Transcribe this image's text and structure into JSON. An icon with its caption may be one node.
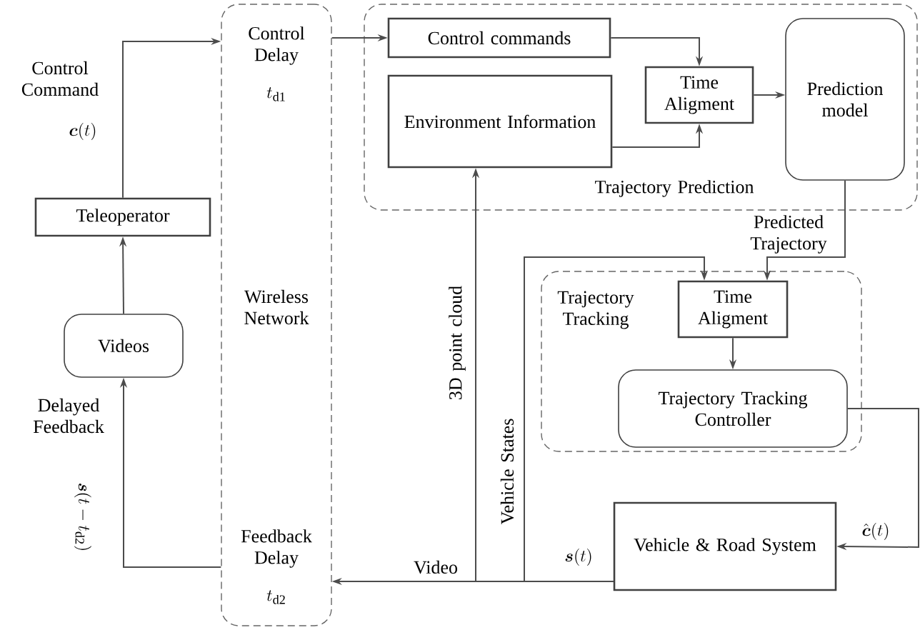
{
  "diagram": {
    "nodes": [
      {
        "text": [
          "Teleoperator"
        ]
      },
      {
        "text": [
          "Control Delay",
          "t_{\\mathrm{d1}}",
          "Wireless Network",
          "Feedback Delay",
          "t_{\\mathrm{d2}}"
        ]
      },
      {
        "text": [
          "Trajectory Prediction"
        ]
      },
      {
        "text": [
          "Control commands"
        ],
        "in": 2
      },
      {
        "text": [
          "Environment Information"
        ],
        "in": 2
      },
      {
        "text": [
          "Time Aligment"
        ],
        "in": 2
      },
      {
        "text": [
          "Prediction model"
        ],
        "in": 2
      },
      {
        "text": [
          "Trajectory Tracking"
        ]
      },
      {
        "text": [
          "Time Aligment"
        ],
        "in": 7
      },
      {
        "text": [
          "Trajectory Tracking Controller"
        ],
        "in": 7
      },
      {
        "text": [
          "Vehicle & Road System"
        ]
      },
      {
        "text": [
          "Videos"
        ]
      }
    ],
    "edges": [
      {
        "from": 0,
        "to": 1,
        "arrow": "to",
        "label": "Control Command"
      },
      {
        "from": 1,
        "to": 3,
        "arrow": "to"
      },
      {
        "from": 3,
        "to": 5,
        "arrow": "to"
      },
      {
        "from": 4,
        "to": 5,
        "arrow": "to"
      },
      {
        "from": 5,
        "to": 6,
        "arrow": "to"
      },
      {
        "from": 6,
        "to": 8,
        "arrow": "to",
        "label": "Predicted Trajectory"
      },
      {
        "from": 8,
        "to": 9,
        "arrow": "to"
      },
      {
        "from": 9,
        "to": 10,
        "arrow": "to",
        "label": "\\hat{\\boldsymbol{c}}(t)"
      },
      {
        "from": 10,
        "to": 1,
        "arrow": "to",
        "label": "Video"
      },
      {
        "from": 10,
        "to": 4,
        "arrow": "to",
        "label": "3D point cloud"
      },
      {
        "from": 10,
        "to": 8,
        "arrow": "to",
        "label": "Vehicle States"
      },
      {
        "from": 1,
        "to": 11,
        "arrow": "to",
        "label": "Delayed Feedback"
      },
      {
        "from": 11,
        "to": 0,
        "arrow": "to"
      }
    ],
    "labels": [
      "\\boldsymbol{c}(t)",
      "\\boldsymbol{s}(t-t_{\\mathrm{d2}})",
      "\\boldsymbol{s}(t)"
    ]
  }
}
